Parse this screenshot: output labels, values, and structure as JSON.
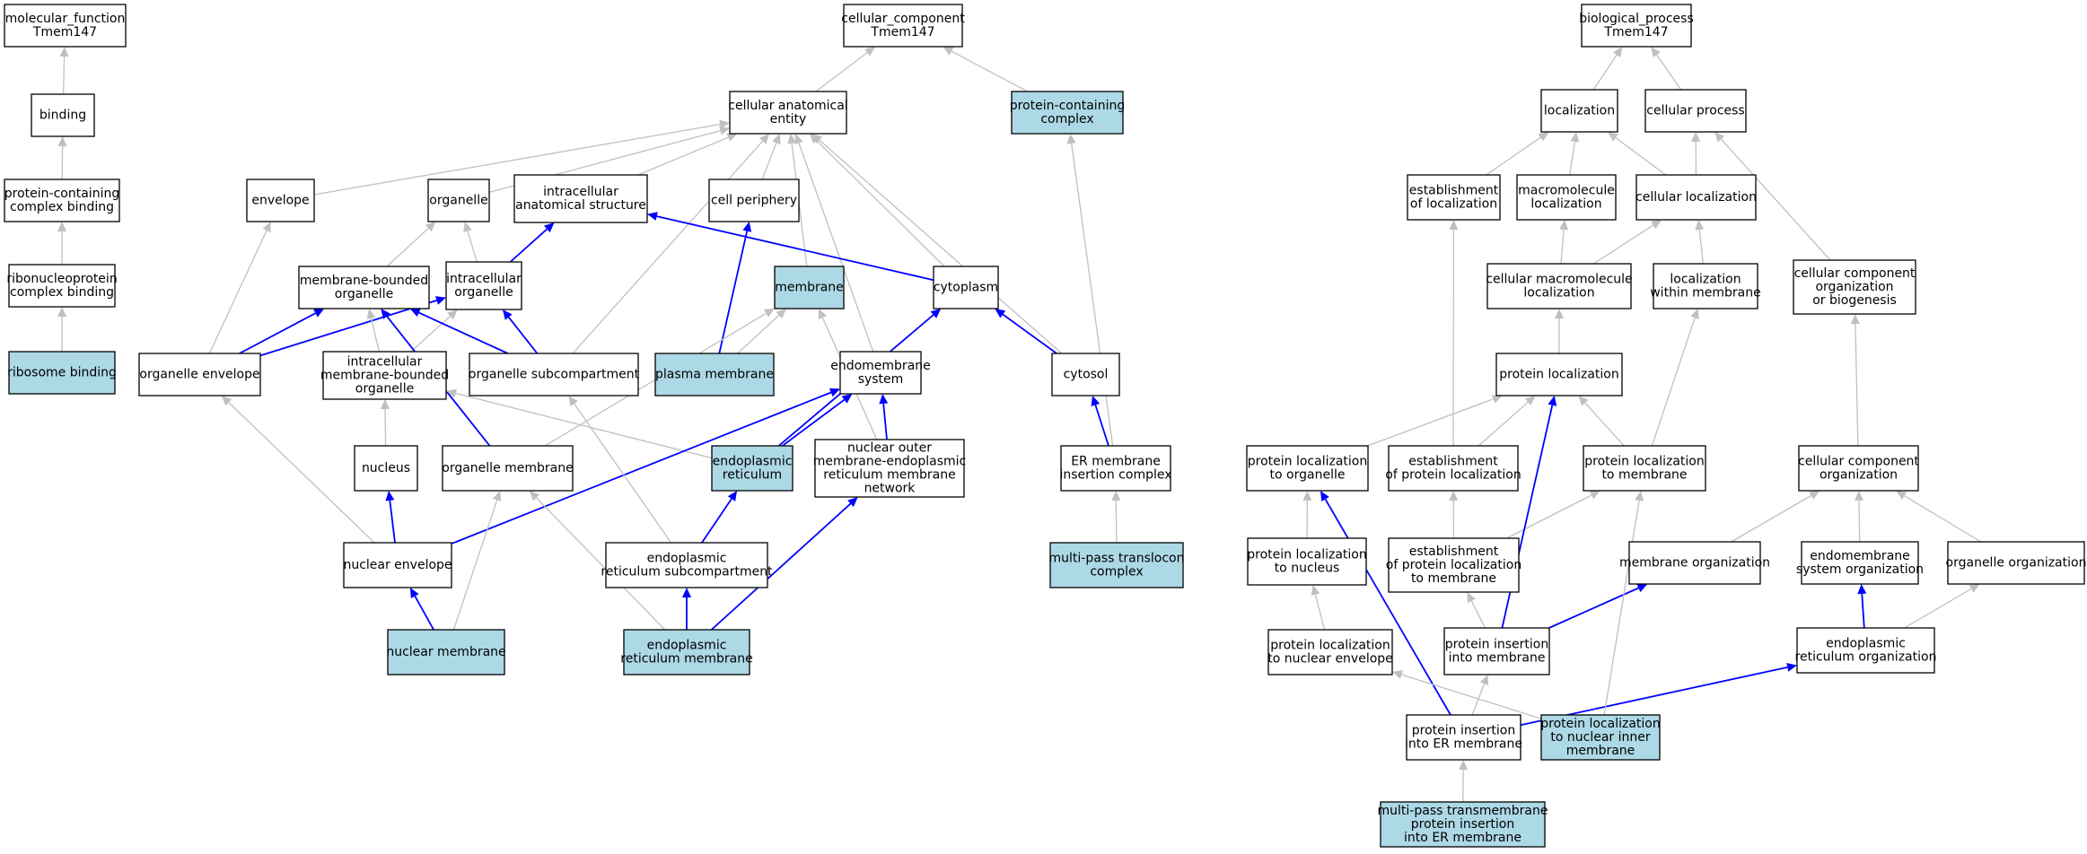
{
  "colors": {
    "highlight_fill": "#add8e6",
    "plain_fill": "#ffffff",
    "node_border": "#000000",
    "edge_gray": "#c0c0c0",
    "edge_blue": "#0000ff"
  },
  "nodes": [
    {
      "id": "mf_root",
      "lines": [
        "molecular_function",
        "Tmem147"
      ],
      "highlight": false
    },
    {
      "id": "binding",
      "lines": [
        "binding"
      ],
      "highlight": false
    },
    {
      "id": "pc_binding",
      "lines": [
        "protein-containing",
        "complex binding"
      ],
      "highlight": false
    },
    {
      "id": "rnp_binding",
      "lines": [
        "ribonucleoprotein",
        "complex binding"
      ],
      "highlight": false
    },
    {
      "id": "ribosome_binding",
      "lines": [
        "ribosome binding"
      ],
      "highlight": true
    },
    {
      "id": "cc_root",
      "lines": [
        "cellular_component",
        "Tmem147"
      ],
      "highlight": false
    },
    {
      "id": "cae",
      "lines": [
        "cellular anatomical",
        "entity"
      ],
      "highlight": false
    },
    {
      "id": "pc_complex",
      "lines": [
        "protein-containing",
        "complex"
      ],
      "highlight": true
    },
    {
      "id": "envelope",
      "lines": [
        "envelope"
      ],
      "highlight": false
    },
    {
      "id": "organelle",
      "lines": [
        "organelle"
      ],
      "highlight": false
    },
    {
      "id": "ias",
      "lines": [
        "intracellular",
        "anatomical structure"
      ],
      "highlight": false
    },
    {
      "id": "cell_periphery",
      "lines": [
        "cell periphery"
      ],
      "highlight": false
    },
    {
      "id": "mbo",
      "lines": [
        "membrane-bounded",
        "organelle"
      ],
      "highlight": false
    },
    {
      "id": "io",
      "lines": [
        "intracellular",
        "organelle"
      ],
      "highlight": false
    },
    {
      "id": "membrane",
      "lines": [
        "membrane"
      ],
      "highlight": true
    },
    {
      "id": "cytoplasm",
      "lines": [
        "cytoplasm"
      ],
      "highlight": false
    },
    {
      "id": "org_env",
      "lines": [
        "organelle envelope"
      ],
      "highlight": false
    },
    {
      "id": "imbo",
      "lines": [
        "intracellular",
        "membrane-bounded",
        "organelle"
      ],
      "highlight": false
    },
    {
      "id": "org_subc",
      "lines": [
        "organelle subcompartment"
      ],
      "highlight": false
    },
    {
      "id": "plasma_membrane",
      "lines": [
        "plasma membrane"
      ],
      "highlight": true
    },
    {
      "id": "endomem_sys",
      "lines": [
        "endomembrane",
        "system"
      ],
      "highlight": false
    },
    {
      "id": "cytosol",
      "lines": [
        "cytosol"
      ],
      "highlight": false
    },
    {
      "id": "nucleus",
      "lines": [
        "nucleus"
      ],
      "highlight": false
    },
    {
      "id": "org_membrane",
      "lines": [
        "organelle membrane"
      ],
      "highlight": false
    },
    {
      "id": "er",
      "lines": [
        "endoplasmic",
        "reticulum"
      ],
      "highlight": true
    },
    {
      "id": "nom_er",
      "lines": [
        "nuclear outer",
        "membrane-endoplasmic",
        "reticulum membrane",
        "network"
      ],
      "highlight": false
    },
    {
      "id": "emc",
      "lines": [
        "ER membrane",
        "insertion complex"
      ],
      "highlight": false
    },
    {
      "id": "nuc_env",
      "lines": [
        "nuclear envelope"
      ],
      "highlight": false
    },
    {
      "id": "er_subc",
      "lines": [
        "endoplasmic",
        "reticulum subcompartment"
      ],
      "highlight": false
    },
    {
      "id": "mptc",
      "lines": [
        "multi-pass translocon",
        "complex"
      ],
      "highlight": true
    },
    {
      "id": "nuc_membrane",
      "lines": [
        "nuclear membrane"
      ],
      "highlight": true
    },
    {
      "id": "er_membrane",
      "lines": [
        "endoplasmic",
        "reticulum membrane"
      ],
      "highlight": true
    },
    {
      "id": "bp_root",
      "lines": [
        "biological_process",
        "Tmem147"
      ],
      "highlight": false
    },
    {
      "id": "localization",
      "lines": [
        "localization"
      ],
      "highlight": false
    },
    {
      "id": "cell_process",
      "lines": [
        "cellular process"
      ],
      "highlight": false
    },
    {
      "id": "est_loc",
      "lines": [
        "establishment",
        "of localization"
      ],
      "highlight": false
    },
    {
      "id": "macro_loc",
      "lines": [
        "macromolecule",
        "localization"
      ],
      "highlight": false
    },
    {
      "id": "cell_loc",
      "lines": [
        "cellular localization"
      ],
      "highlight": false
    },
    {
      "id": "cell_macro_loc",
      "lines": [
        "cellular macromolecule",
        "localization"
      ],
      "highlight": false
    },
    {
      "id": "loc_within_mem",
      "lines": [
        "localization",
        "within membrane"
      ],
      "highlight": false
    },
    {
      "id": "ccob",
      "lines": [
        "cellular component",
        "organization",
        "or biogenesis"
      ],
      "highlight": false
    },
    {
      "id": "prot_loc",
      "lines": [
        "protein localization"
      ],
      "highlight": false
    },
    {
      "id": "pl_organelle",
      "lines": [
        "protein localization",
        "to organelle"
      ],
      "highlight": false
    },
    {
      "id": "est_prot_loc",
      "lines": [
        "establishment",
        "of protein localization"
      ],
      "highlight": false
    },
    {
      "id": "pl_membrane",
      "lines": [
        "protein localization",
        "to membrane"
      ],
      "highlight": false
    },
    {
      "id": "cco",
      "lines": [
        "cellular component",
        "organization"
      ],
      "highlight": false
    },
    {
      "id": "pl_nucleus",
      "lines": [
        "protein localization",
        "to nucleus"
      ],
      "highlight": false
    },
    {
      "id": "est_pl_mem",
      "lines": [
        "establishment",
        "of protein localization",
        "to membrane"
      ],
      "highlight": false
    },
    {
      "id": "mem_org",
      "lines": [
        "membrane organization"
      ],
      "highlight": false
    },
    {
      "id": "endo_sys_org",
      "lines": [
        "endomembrane",
        "system organization"
      ],
      "highlight": false
    },
    {
      "id": "org_org",
      "lines": [
        "organelle organization"
      ],
      "highlight": false
    },
    {
      "id": "pl_nuc_env",
      "lines": [
        "protein localization",
        "to nuclear envelope"
      ],
      "highlight": false
    },
    {
      "id": "pi_mem",
      "lines": [
        "protein insertion",
        "into membrane"
      ],
      "highlight": false
    },
    {
      "id": "er_org",
      "lines": [
        "endoplasmic",
        "reticulum organization"
      ],
      "highlight": false
    },
    {
      "id": "pi_er",
      "lines": [
        "protein insertion",
        "into ER membrane"
      ],
      "highlight": false
    },
    {
      "id": "pl_nim",
      "lines": [
        "protein localization",
        "to nuclear inner",
        "membrane"
      ],
      "highlight": true
    },
    {
      "id": "mp_tm",
      "lines": [
        "multi-pass transmembrane",
        "protein insertion",
        "into ER membrane"
      ],
      "highlight": true
    }
  ],
  "edges": [
    {
      "from": "binding",
      "to": "mf_root",
      "color": "gray"
    },
    {
      "from": "pc_binding",
      "to": "binding",
      "color": "gray"
    },
    {
      "from": "rnp_binding",
      "to": "pc_binding",
      "color": "gray"
    },
    {
      "from": "ribosome_binding",
      "to": "rnp_binding",
      "color": "gray"
    },
    {
      "from": "cae",
      "to": "cc_root",
      "color": "gray"
    },
    {
      "from": "pc_complex",
      "to": "cc_root",
      "color": "gray"
    },
    {
      "from": "envelope",
      "to": "cae",
      "color": "gray"
    },
    {
      "from": "organelle",
      "to": "cae",
      "color": "gray"
    },
    {
      "from": "ias",
      "to": "cae",
      "color": "gray"
    },
    {
      "from": "cell_periphery",
      "to": "cae",
      "color": "gray"
    },
    {
      "from": "membrane",
      "to": "cae",
      "color": "gray"
    },
    {
      "from": "cytoplasm",
      "to": "cae",
      "color": "gray"
    },
    {
      "from": "org_subc",
      "to": "cae",
      "color": "gray"
    },
    {
      "from": "endomem_sys",
      "to": "cae",
      "color": "gray"
    },
    {
      "from": "cytosol",
      "to": "cae",
      "color": "gray"
    },
    {
      "from": "emc",
      "to": "pc_complex",
      "color": "gray"
    },
    {
      "from": "mbo",
      "to": "organelle",
      "color": "gray"
    },
    {
      "from": "io",
      "to": "organelle",
      "color": "gray"
    },
    {
      "from": "io",
      "to": "ias",
      "color": "blue"
    },
    {
      "from": "cytoplasm",
      "to": "ias",
      "color": "blue"
    },
    {
      "from": "plasma_membrane",
      "to": "cell_periphery",
      "color": "blue"
    },
    {
      "from": "org_env",
      "to": "envelope",
      "color": "gray"
    },
    {
      "from": "org_env",
      "to": "mbo",
      "color": "blue"
    },
    {
      "from": "org_env",
      "to": "io",
      "color": "blue"
    },
    {
      "from": "imbo",
      "to": "mbo",
      "color": "gray"
    },
    {
      "from": "imbo",
      "to": "io",
      "color": "gray"
    },
    {
      "from": "org_subc",
      "to": "mbo",
      "color": "blue"
    },
    {
      "from": "org_subc",
      "to": "io",
      "color": "blue"
    },
    {
      "from": "org_membrane",
      "to": "mbo",
      "color": "blue"
    },
    {
      "from": "plasma_membrane",
      "to": "membrane",
      "color": "gray"
    },
    {
      "from": "org_membrane",
      "to": "membrane",
      "color": "gray"
    },
    {
      "from": "nom_er",
      "to": "membrane",
      "color": "gray"
    },
    {
      "from": "er",
      "to": "cytoplasm",
      "color": "blue"
    },
    {
      "from": "cytosol",
      "to": "cytoplasm",
      "color": "blue"
    },
    {
      "from": "er",
      "to": "imbo",
      "color": "gray"
    },
    {
      "from": "er",
      "to": "endomem_sys",
      "color": "blue"
    },
    {
      "from": "nuc_env",
      "to": "endomem_sys",
      "color": "blue"
    },
    {
      "from": "nom_er",
      "to": "endomem_sys",
      "color": "blue"
    },
    {
      "from": "emc",
      "to": "cytosol",
      "color": "blue"
    },
    {
      "from": "nucleus",
      "to": "imbo",
      "color": "gray"
    },
    {
      "from": "nuc_env",
      "to": "nucleus",
      "color": "blue"
    },
    {
      "from": "nuc_env",
      "to": "org_env",
      "color": "gray"
    },
    {
      "from": "er_subc",
      "to": "org_subc",
      "color": "gray"
    },
    {
      "from": "er_subc",
      "to": "er",
      "color": "blue"
    },
    {
      "from": "mptc",
      "to": "emc",
      "color": "gray"
    },
    {
      "from": "nuc_membrane",
      "to": "nuc_env",
      "color": "blue"
    },
    {
      "from": "nuc_membrane",
      "to": "org_membrane",
      "color": "gray"
    },
    {
      "from": "er_membrane",
      "to": "er_subc",
      "color": "blue"
    },
    {
      "from": "er_membrane",
      "to": "org_membrane",
      "color": "gray"
    },
    {
      "from": "er_membrane",
      "to": "nom_er",
      "color": "blue"
    },
    {
      "from": "localization",
      "to": "bp_root",
      "color": "gray"
    },
    {
      "from": "cell_process",
      "to": "bp_root",
      "color": "gray"
    },
    {
      "from": "est_loc",
      "to": "localization",
      "color": "gray"
    },
    {
      "from": "macro_loc",
      "to": "localization",
      "color": "gray"
    },
    {
      "from": "cell_loc",
      "to": "localization",
      "color": "gray"
    },
    {
      "from": "cell_loc",
      "to": "cell_process",
      "color": "gray"
    },
    {
      "from": "ccob",
      "to": "cell_process",
      "color": "gray"
    },
    {
      "from": "cell_macro_loc",
      "to": "macro_loc",
      "color": "gray"
    },
    {
      "from": "cell_macro_loc",
      "to": "cell_loc",
      "color": "gray"
    },
    {
      "from": "loc_within_mem",
      "to": "cell_loc",
      "color": "gray"
    },
    {
      "from": "prot_loc",
      "to": "cell_macro_loc",
      "color": "gray"
    },
    {
      "from": "est_prot_loc",
      "to": "est_loc",
      "color": "gray"
    },
    {
      "from": "pl_organelle",
      "to": "prot_loc",
      "color": "gray"
    },
    {
      "from": "est_prot_loc",
      "to": "prot_loc",
      "color": "gray"
    },
    {
      "from": "pl_membrane",
      "to": "prot_loc",
      "color": "gray"
    },
    {
      "from": "pl_membrane",
      "to": "loc_within_mem",
      "color": "gray"
    },
    {
      "from": "cco",
      "to": "ccob",
      "color": "gray"
    },
    {
      "from": "pl_nucleus",
      "to": "pl_organelle",
      "color": "gray"
    },
    {
      "from": "est_pl_mem",
      "to": "est_prot_loc",
      "color": "gray"
    },
    {
      "from": "est_pl_mem",
      "to": "pl_membrane",
      "color": "gray"
    },
    {
      "from": "mem_org",
      "to": "cco",
      "color": "gray"
    },
    {
      "from": "endo_sys_org",
      "to": "cco",
      "color": "gray"
    },
    {
      "from": "org_org",
      "to": "cco",
      "color": "gray"
    },
    {
      "from": "pl_nuc_env",
      "to": "pl_nucleus",
      "color": "gray"
    },
    {
      "from": "pi_mem",
      "to": "est_pl_mem",
      "color": "gray"
    },
    {
      "from": "pi_mem",
      "to": "prot_loc",
      "color": "blue"
    },
    {
      "from": "pi_mem",
      "to": "mem_org",
      "color": "blue"
    },
    {
      "from": "er_org",
      "to": "endo_sys_org",
      "color": "blue"
    },
    {
      "from": "er_org",
      "to": "org_org",
      "color": "gray"
    },
    {
      "from": "pi_er",
      "to": "pl_organelle",
      "color": "blue"
    },
    {
      "from": "pi_er",
      "to": "pi_mem",
      "color": "gray"
    },
    {
      "from": "pi_er",
      "to": "er_org",
      "color": "blue"
    },
    {
      "from": "pl_nim",
      "to": "pl_nuc_env",
      "color": "gray"
    },
    {
      "from": "pl_nim",
      "to": "pl_membrane",
      "color": "gray"
    },
    {
      "from": "mp_tm",
      "to": "pi_er",
      "color": "gray"
    }
  ]
}
